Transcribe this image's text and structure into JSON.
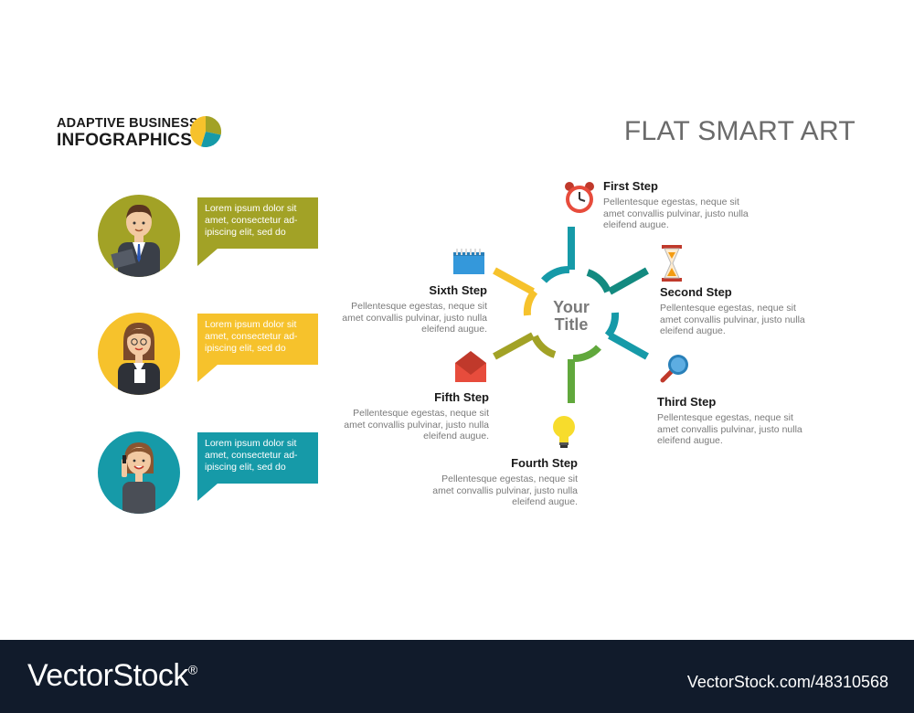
{
  "header": {
    "brand_line1": "ADAPTIVE BUSINESS",
    "brand_line2": "INFOGRAPHICS",
    "title": "FLAT SMART ART"
  },
  "center": {
    "line1": "Your",
    "line2": "Title"
  },
  "bubbles": [
    {
      "lines": [
        "Lorem ipsum dolor sit",
        "amet, consectetur ad-",
        "ipiscing elit, sed do"
      ],
      "color": "#a2a226"
    },
    {
      "lines": [
        "Lorem ipsum dolor sit",
        "amet, consectetur ad-",
        "ipiscing elit, sed do"
      ],
      "color": "#f6c22c"
    },
    {
      "lines": [
        "Lorem ipsum dolor sit",
        "amet, consectetur ad-",
        "ipiscing elit, sed do"
      ],
      "color": "#169aa8"
    }
  ],
  "steps": [
    {
      "title": "First Step",
      "lines": [
        "Pellentesque egestas, neque sit",
        "amet convallis pulvinar, justo nulla",
        "eleifend augue."
      ],
      "icon": "alarm-clock-icon"
    },
    {
      "title": "Second Step",
      "lines": [
        "Pellentesque egestas, neque sit",
        "amet convallis pulvinar, justo nulla",
        "eleifend augue."
      ],
      "icon": "hourglass-icon"
    },
    {
      "title": "Third Step",
      "lines": [
        "Pellentesque egestas, neque sit",
        "amet convallis pulvinar, justo nulla",
        "eleifend augue."
      ],
      "icon": "magnifier-icon"
    },
    {
      "title": "Fourth Step",
      "lines": [
        "Pellentesque egestas, neque sit",
        "amet convallis pulvinar, justo nulla",
        "eleifend augue."
      ],
      "icon": "light-bulb-icon"
    },
    {
      "title": "Fifth Step",
      "lines": [
        "Pellentesque egestas, neque sit",
        "amet convallis pulvinar, justo nulla",
        "eleifend augue."
      ],
      "icon": "envelope-icon"
    },
    {
      "title": "Sixth Step",
      "lines": [
        "Pellentesque egestas, neque sit",
        "amet convallis pulvinar, justo nulla",
        "eleifend augue."
      ],
      "icon": "notepad-icon"
    }
  ],
  "colors": {
    "teal": "#169aa8",
    "dark_teal": "#138a80",
    "green": "#61a83c",
    "olive": "#a2a226",
    "yellow": "#f6c22c",
    "footer": "#111b2b"
  },
  "footer": {
    "logo": "VectorStock",
    "logo_mark": "®",
    "url": "VectorStock.com/48310568"
  }
}
